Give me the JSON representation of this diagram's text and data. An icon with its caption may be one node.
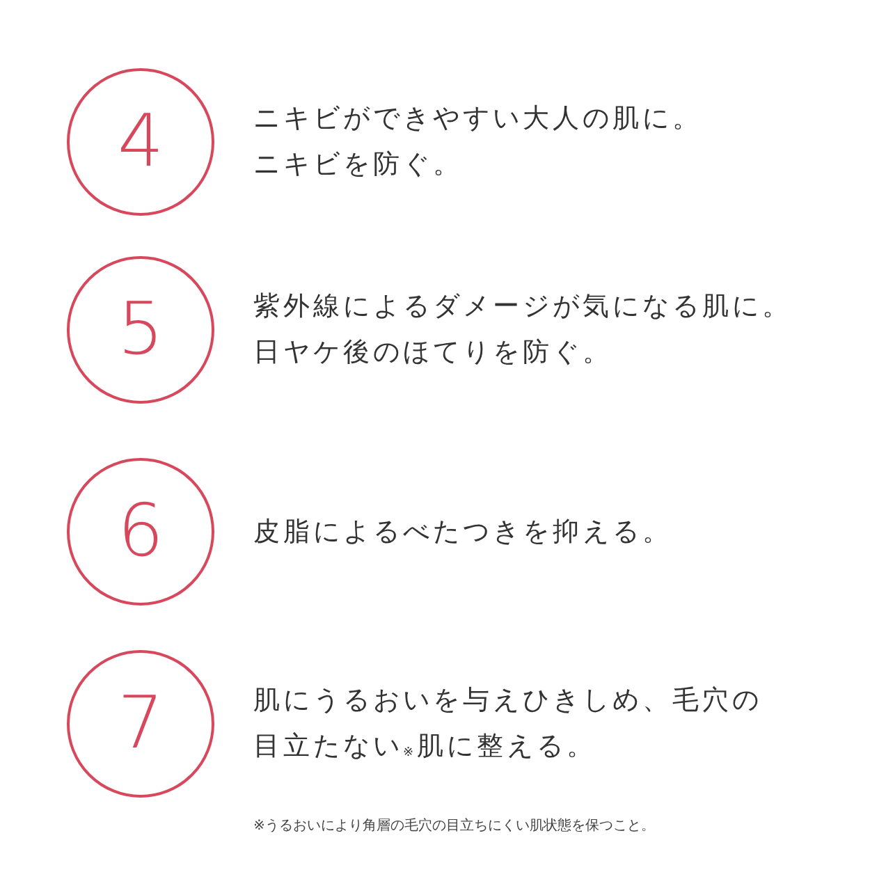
{
  "diagram": {
    "nodes": [
      {
        "text": [
          "4"
        ],
        "beside": [
          "ニキビができやすい大人の肌に。",
          "ニキビを防ぐ。"
        ]
      },
      {
        "text": [
          "5"
        ],
        "beside": [
          "紫外線によるダメージが気になる肌に。",
          "日ヤケ後のほてりを防ぐ。"
        ]
      },
      {
        "text": [
          "6"
        ],
        "beside": [
          "皮脂によるべたつきを抑える。"
        ]
      },
      {
        "text": [
          "7"
        ],
        "beside": [
          "肌にうるおいを与えひきしめ、毛穴の目立たない$_{※}$肌に整える。"
        ]
      }
    ],
    "labels": [
      "※うるおいにより角層の毛穴の目立ちにくい肌状態を保つこと。"
    ]
  }
}
